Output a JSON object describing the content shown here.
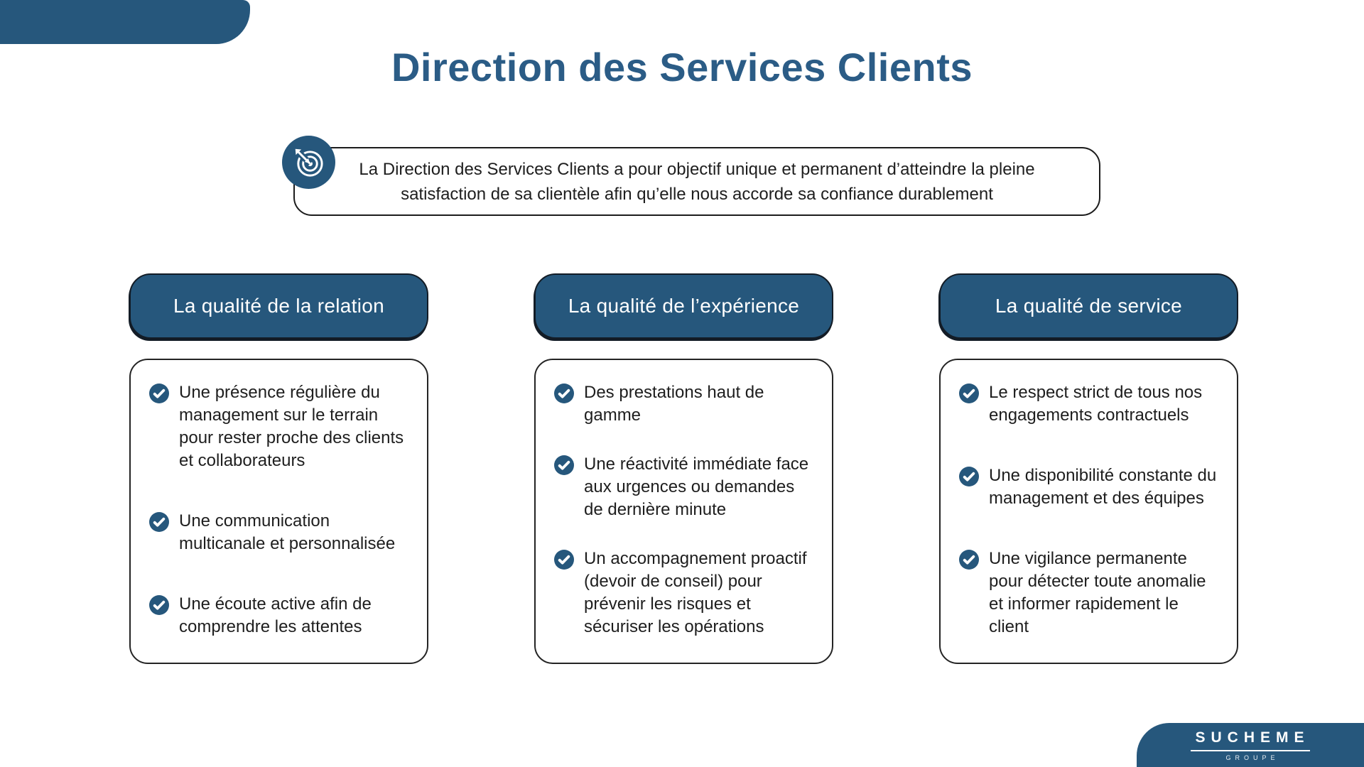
{
  "slide": {
    "title": "Direction des Services Clients",
    "intro": {
      "icon": "target-arrow-icon",
      "text": "La Direction des Services Clients a pour objectif unique et permanent d’atteindre la pleine satisfaction de sa clientèle afin qu’elle nous accorde sa confiance durablement"
    },
    "columns": [
      {
        "header": "La qualité de la relation",
        "items": [
          "Une présence régulière du management sur le terrain pour rester proche des clients et collaborateurs",
          "Une communication multicanale et personnalisée",
          "Une écoute active afin de comprendre les attentes"
        ]
      },
      {
        "header": "La qualité de l’expérience",
        "items": [
          "Des prestations haut de gamme",
          "Une réactivité immédiate face aux urgences ou demandes de dernière minute",
          "Un accompagnement proactif (devoir de conseil) pour prévenir les risques et sécuriser les opérations"
        ]
      },
      {
        "header": "La qualité de service",
        "items": [
          "Le respect strict de tous nos engagements contractuels",
          "Une disponibilité constante du management et des équipes",
          "Une vigilance permanente pour détecter toute anomalie et informer rapidement le client"
        ]
      }
    ],
    "logo": {
      "brand": "SUCHEME",
      "sub": "GROUPE"
    },
    "icons": {
      "bullet": "check-circle-icon",
      "intro": "target-arrow-icon"
    },
    "colors": {
      "primary": "#26577C",
      "title": "#2B5C86",
      "ink": "#1E1E1E"
    }
  }
}
